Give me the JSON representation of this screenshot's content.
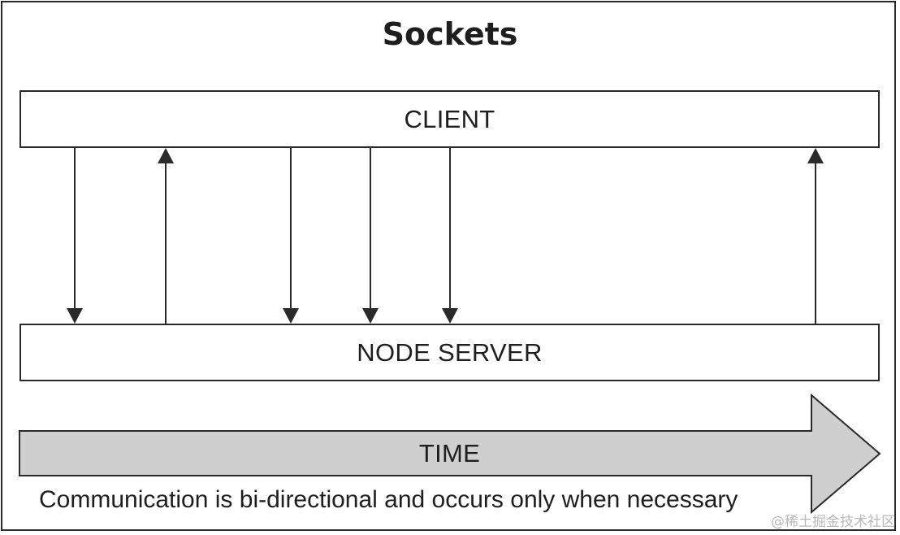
{
  "diagram": {
    "title": "Sockets",
    "client_label": "CLIENT",
    "server_label": "NODE SERVER",
    "time_label": "TIME",
    "caption": "Communication is bi-directional and occurs only when necessary",
    "watermark": "@稀土掘金技术社区"
  },
  "messages": [
    {
      "direction": "client-to-server"
    },
    {
      "direction": "server-to-client"
    },
    {
      "direction": "client-to-server"
    },
    {
      "direction": "client-to-server"
    },
    {
      "direction": "client-to-server"
    },
    {
      "direction": "server-to-client"
    }
  ],
  "colors": {
    "line": "#2a2a2a",
    "time_arrow_fill": "#cfcfcf",
    "text": "#1e1e1e"
  }
}
